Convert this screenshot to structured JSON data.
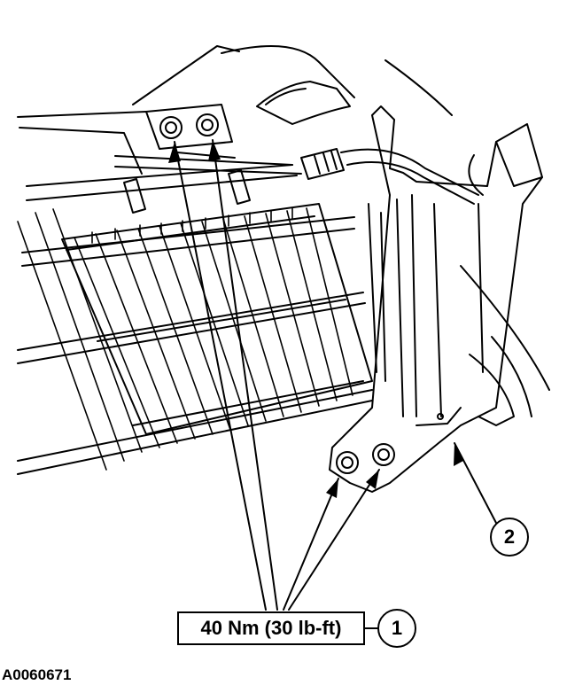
{
  "torque_spec": "40 Nm (30 lb-ft)",
  "callouts": [
    "1",
    "2"
  ],
  "figure_id": "A0060671"
}
